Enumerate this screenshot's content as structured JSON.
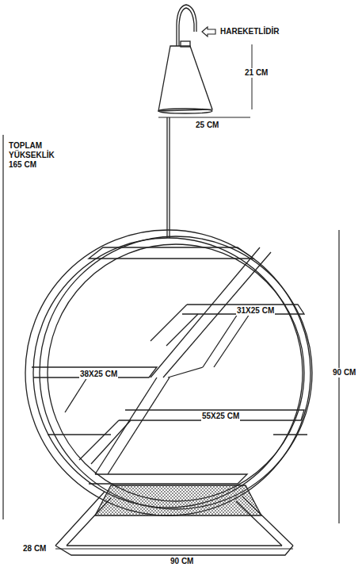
{
  "diagram": {
    "labels": [
      "HAREKETLİDİR",
      "21 CM",
      "25 CM",
      "TOPLAM YÜKSEKLİK 165 CM",
      "31X25 CM",
      "38X25 CM",
      "55X25 CM",
      "90 CM",
      "28 CM",
      "90 CM"
    ]
  }
}
